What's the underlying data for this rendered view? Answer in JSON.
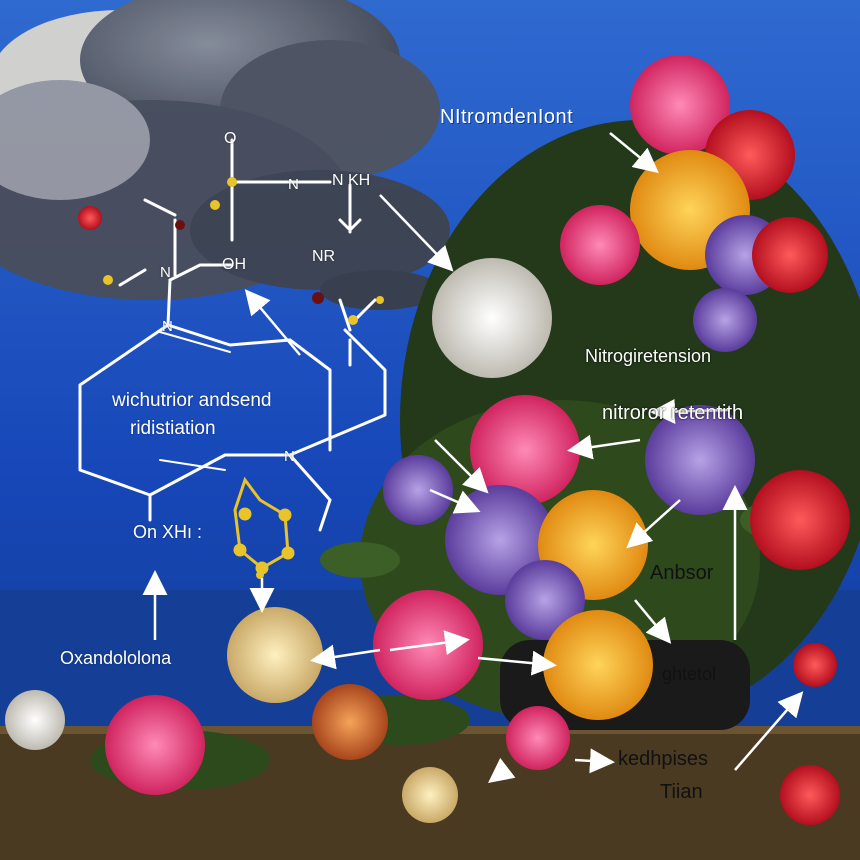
{
  "labels": {
    "top_title": "NItromdenIont",
    "mid_title": "Nitrogiretension",
    "mid_sub": "nitroror retentith",
    "left_para_line1": "wichutrior andsend",
    "left_para_line2": "ridistiation",
    "formula_note": "On XHı :",
    "oxand": "Oxandololona",
    "right_anbsor": "Anbsor",
    "right_ghtetol": "ghtetol",
    "bottom_kedh": "kedhpises",
    "bottom_titan": "Tiian"
  },
  "chem_labels": {
    "o": "O",
    "oh": "OH",
    "n_top": "N",
    "nkh": "N KH",
    "nr": "NR",
    "n_left": "N",
    "n_mid": "N",
    "n_lower": "N"
  },
  "colors": {
    "sky": "#1747b8",
    "sea": "#0f3a8a",
    "table": "#4b3a22",
    "cloud": "#4a4e5a",
    "leaf": "#2e4a1c"
  }
}
